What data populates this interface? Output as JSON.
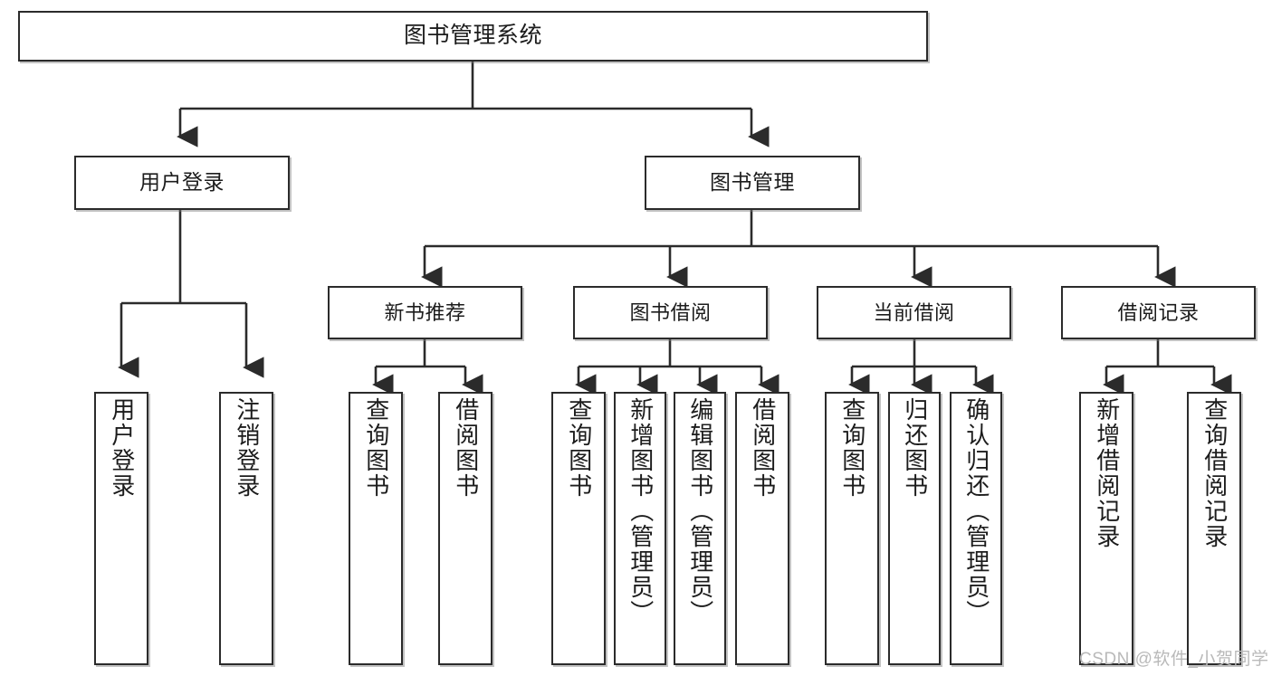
{
  "diagram": {
    "title": "图书管理系统",
    "root": {
      "label": "图书管理系统"
    },
    "level2": [
      {
        "label": "用户登录"
      },
      {
        "label": "图书管理"
      }
    ],
    "level3": [
      {
        "label": "新书推荐"
      },
      {
        "label": "图书借阅"
      },
      {
        "label": "当前借阅"
      },
      {
        "label": "借阅记录"
      }
    ],
    "leaves": {
      "user_login": [
        {
          "label": "用户登录"
        },
        {
          "label": "注销登录"
        }
      ],
      "new_book_recommend": [
        {
          "label": "查询图书"
        },
        {
          "label": "借阅图书"
        }
      ],
      "book_borrow": [
        {
          "label": "查询图书"
        },
        {
          "label": "新增图书（管理员）"
        },
        {
          "label": "编辑图书（管理员）"
        },
        {
          "label": "借阅图书"
        }
      ],
      "current_borrow": [
        {
          "label": "查询图书"
        },
        {
          "label": "归还图书"
        },
        {
          "label": "确认归还（管理员）"
        }
      ],
      "borrow_record": [
        {
          "label": "新增借阅记录"
        },
        {
          "label": "查询借阅记录"
        }
      ]
    }
  },
  "watermark": {
    "text": "CSDN @软件_小贺同学"
  },
  "colors": {
    "background": "#ffffff",
    "box_border": "#2b2b2b",
    "box_fill": "#ffffff",
    "connector": "#2b2b2b",
    "text": "#1c1c1c",
    "watermark": "#b9b9b9"
  }
}
